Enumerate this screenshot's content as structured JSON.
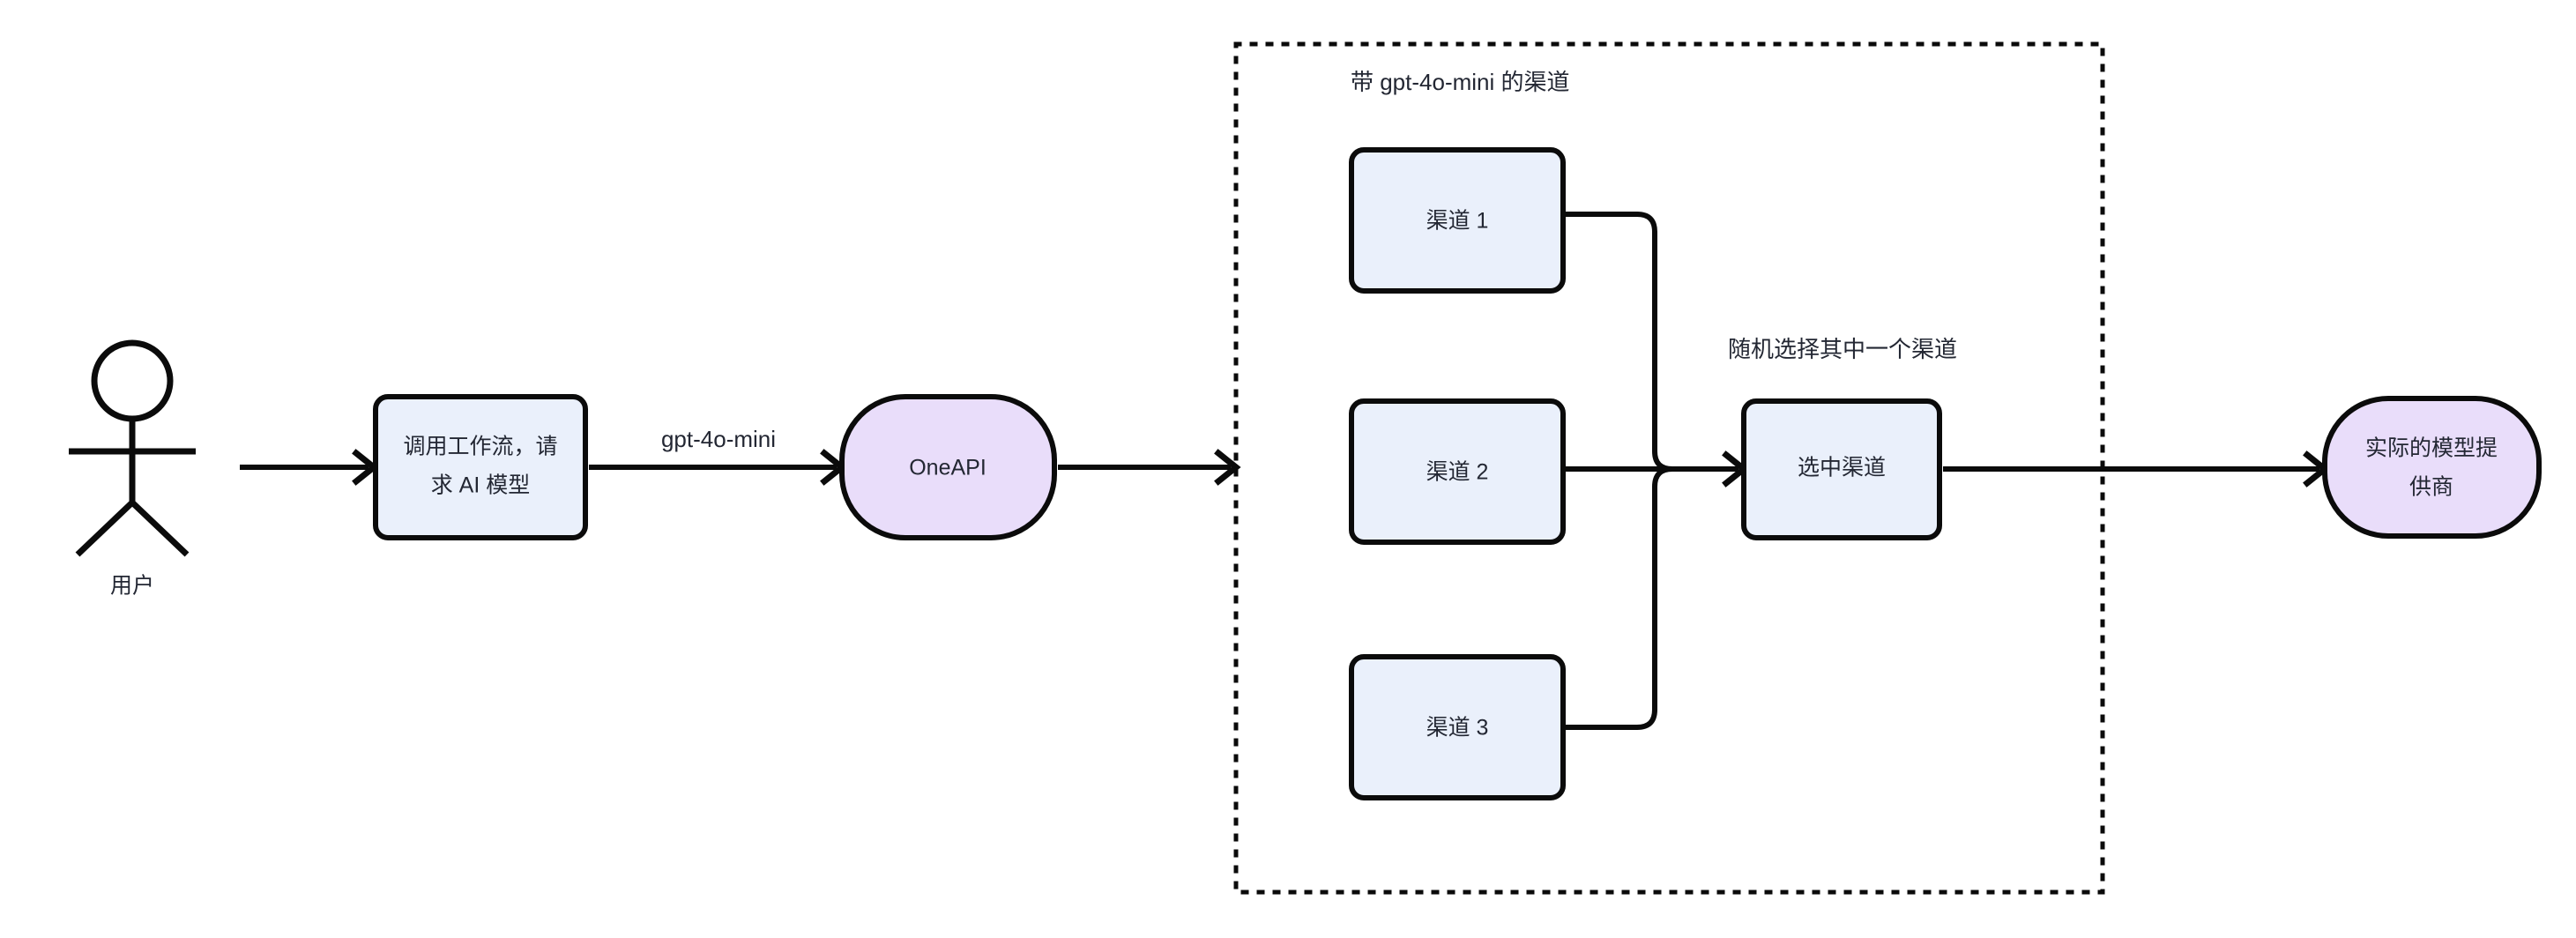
{
  "diagram": {
    "type": "flowchart",
    "direction": "left-to-right",
    "background": "#ffffff",
    "colors": {
      "process_fill": "#eaf0fb",
      "stadium_fill": "#e9ddfa",
      "stroke": "#0b0b0b",
      "text": "#232733"
    },
    "actor": {
      "name": "user-actor",
      "label": "用户"
    },
    "nodes": {
      "workflow": {
        "label_line1": "调用工作流，请",
        "label_line2": "求 AI 模型",
        "shape": "rounded-rect",
        "fill": "#eaf0fb"
      },
      "oneapi": {
        "label": "OneAPI",
        "shape": "stadium",
        "fill": "#e9ddfa"
      },
      "channel1": {
        "label": "渠道 1",
        "shape": "rounded-rect",
        "fill": "#eaf0fb"
      },
      "channel2": {
        "label": "渠道 2",
        "shape": "rounded-rect",
        "fill": "#eaf0fb"
      },
      "channel3": {
        "label": "渠道 3",
        "shape": "rounded-rect",
        "fill": "#eaf0fb"
      },
      "selected": {
        "label": "选中渠道",
        "shape": "rounded-rect",
        "fill": "#eaf0fb"
      },
      "provider": {
        "label_line1": "实际的模型提",
        "label_line2": "供商",
        "shape": "stadium",
        "fill": "#e9ddfa"
      }
    },
    "cluster": {
      "name": "gpt-4o-mini-channels-group",
      "label": "带 gpt-4o-mini 的渠道",
      "border": "dotted"
    },
    "edge_labels": {
      "model_name": "gpt-4o-mini",
      "random_pick": "随机选择其中一个渠道"
    },
    "edges": [
      {
        "from": "用户",
        "to": "调用工作流，请求 AI 模型",
        "label": ""
      },
      {
        "from": "调用工作流，请求 AI 模型",
        "to": "OneAPI",
        "label": "gpt-4o-mini"
      },
      {
        "from": "OneAPI",
        "to": "带 gpt-4o-mini 的渠道",
        "label": ""
      },
      {
        "from": "渠道 1",
        "to": "选中渠道",
        "label": ""
      },
      {
        "from": "渠道 2",
        "to": "选中渠道",
        "label": "随机选择其中一个渠道"
      },
      {
        "from": "渠道 3",
        "to": "选中渠道",
        "label": ""
      },
      {
        "from": "选中渠道",
        "to": "实际的模型提供商",
        "label": ""
      }
    ]
  }
}
